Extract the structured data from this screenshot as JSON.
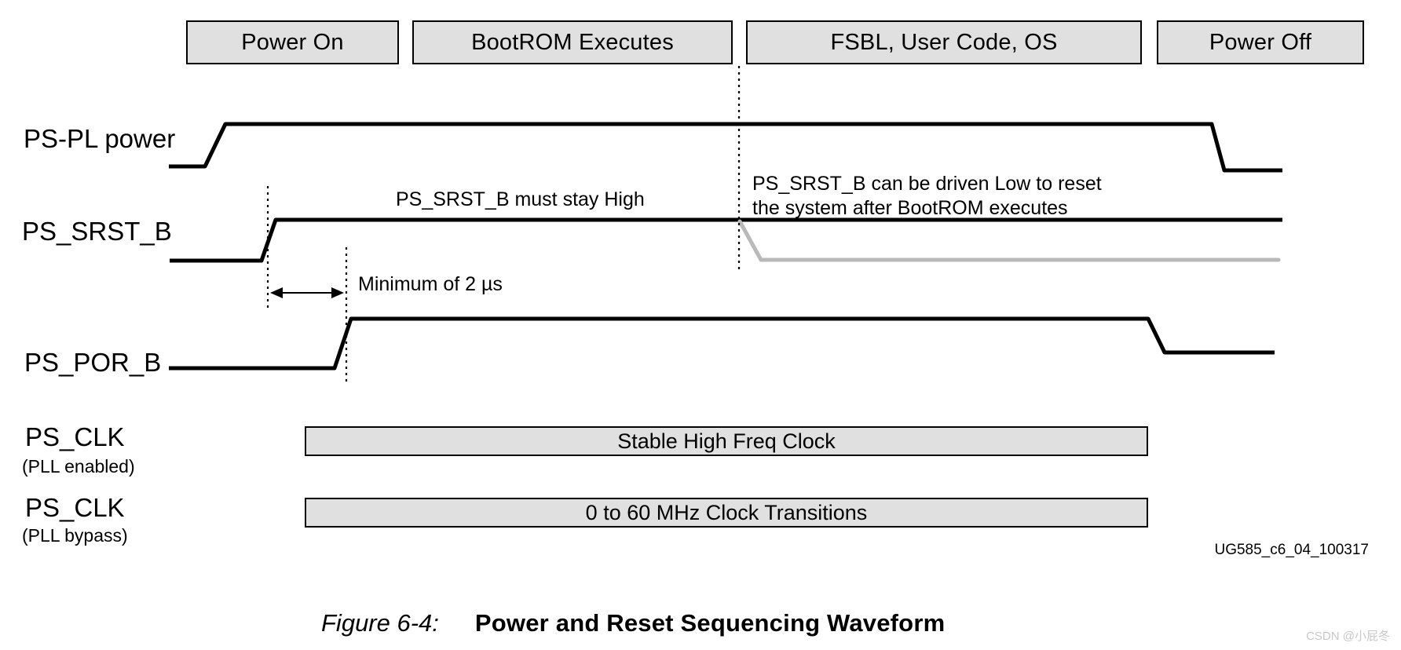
{
  "figure": {
    "phases": [
      {
        "label": "Power On"
      },
      {
        "label": "BootROM Executes"
      },
      {
        "label": "FSBL, User Code, OS"
      },
      {
        "label": "Power Off"
      }
    ],
    "signals": [
      {
        "name": "PS-PL power"
      },
      {
        "name": "PS_SRST_B"
      },
      {
        "name": "PS_POR_B"
      },
      {
        "name": "PS_CLK",
        "qualifier": "(PLL enabled)",
        "state": "Stable High Freq Clock"
      },
      {
        "name": "PS_CLK",
        "qualifier": "(PLL bypass)",
        "state": "0 to 60 MHz Clock Transitions"
      }
    ],
    "annotations": {
      "srst_must_stay_high": "PS_SRST_B must stay High",
      "srst_driven_low_line1": "PS_SRST_B can be driven Low to reset",
      "srst_driven_low_line2": "the system after BootROM executes",
      "min_pulse": "Minimum of 2 µs"
    },
    "reference_id": "UG585_c6_04_100317",
    "caption": {
      "label": "Figure 6-4:",
      "title": "Power and Reset Sequencing Waveform"
    },
    "watermark": "CSDN @小屁冬",
    "colors": {
      "box_fill": "#e0e0e0",
      "line": "#000000",
      "alt_low_gray": "#b9b9b9",
      "watermark_gray": "#c8c8c8"
    }
  }
}
